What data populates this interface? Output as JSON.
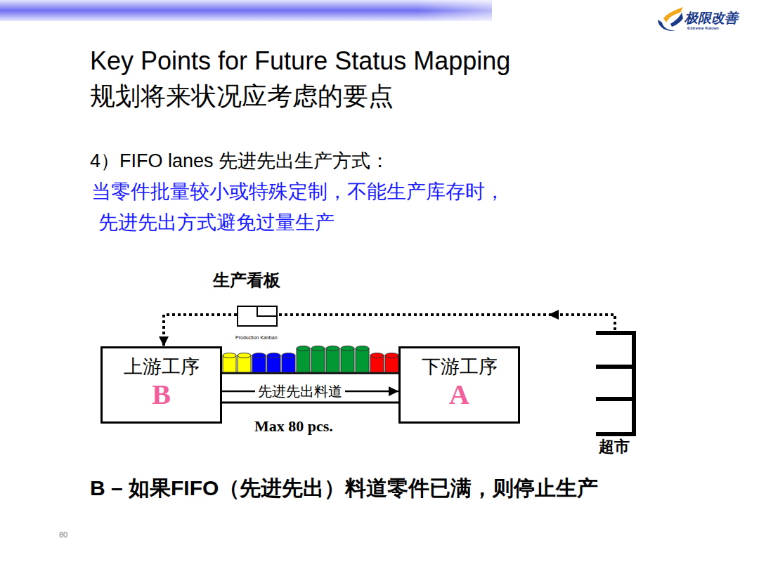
{
  "diagram": {
    "title": "Key Points for Future Status Mapping",
    "nodes": [
      {
        "text": [
          "上游工序",
          "B"
        ]
      },
      {
        "text": [
          "下游工序",
          "A"
        ]
      },
      {
        "text": [
          "超市"
        ]
      }
    ],
    "edges": [
      {
        "from": 2,
        "to": 0,
        "arrow": "to"
      },
      {
        "from": 0,
        "to": 1,
        "label": "先进先出料道",
        "arrow": "to"
      }
    ],
    "labels": [
      "规划将来状况应考虑的要点",
      "4）FIFO lanes 先进先出生产方式：",
      "当零件批量较小或特殊定制，不能生产库存时，",
      "先进先出方式避免过量生产",
      "生产看板",
      "Production Kanban",
      "Max 80 pcs.",
      "B – 如果FIFO（先进先出）料道零件已满，则停止生产",
      "80",
      "极限改善",
      "Extreme Kaizen"
    ]
  }
}
